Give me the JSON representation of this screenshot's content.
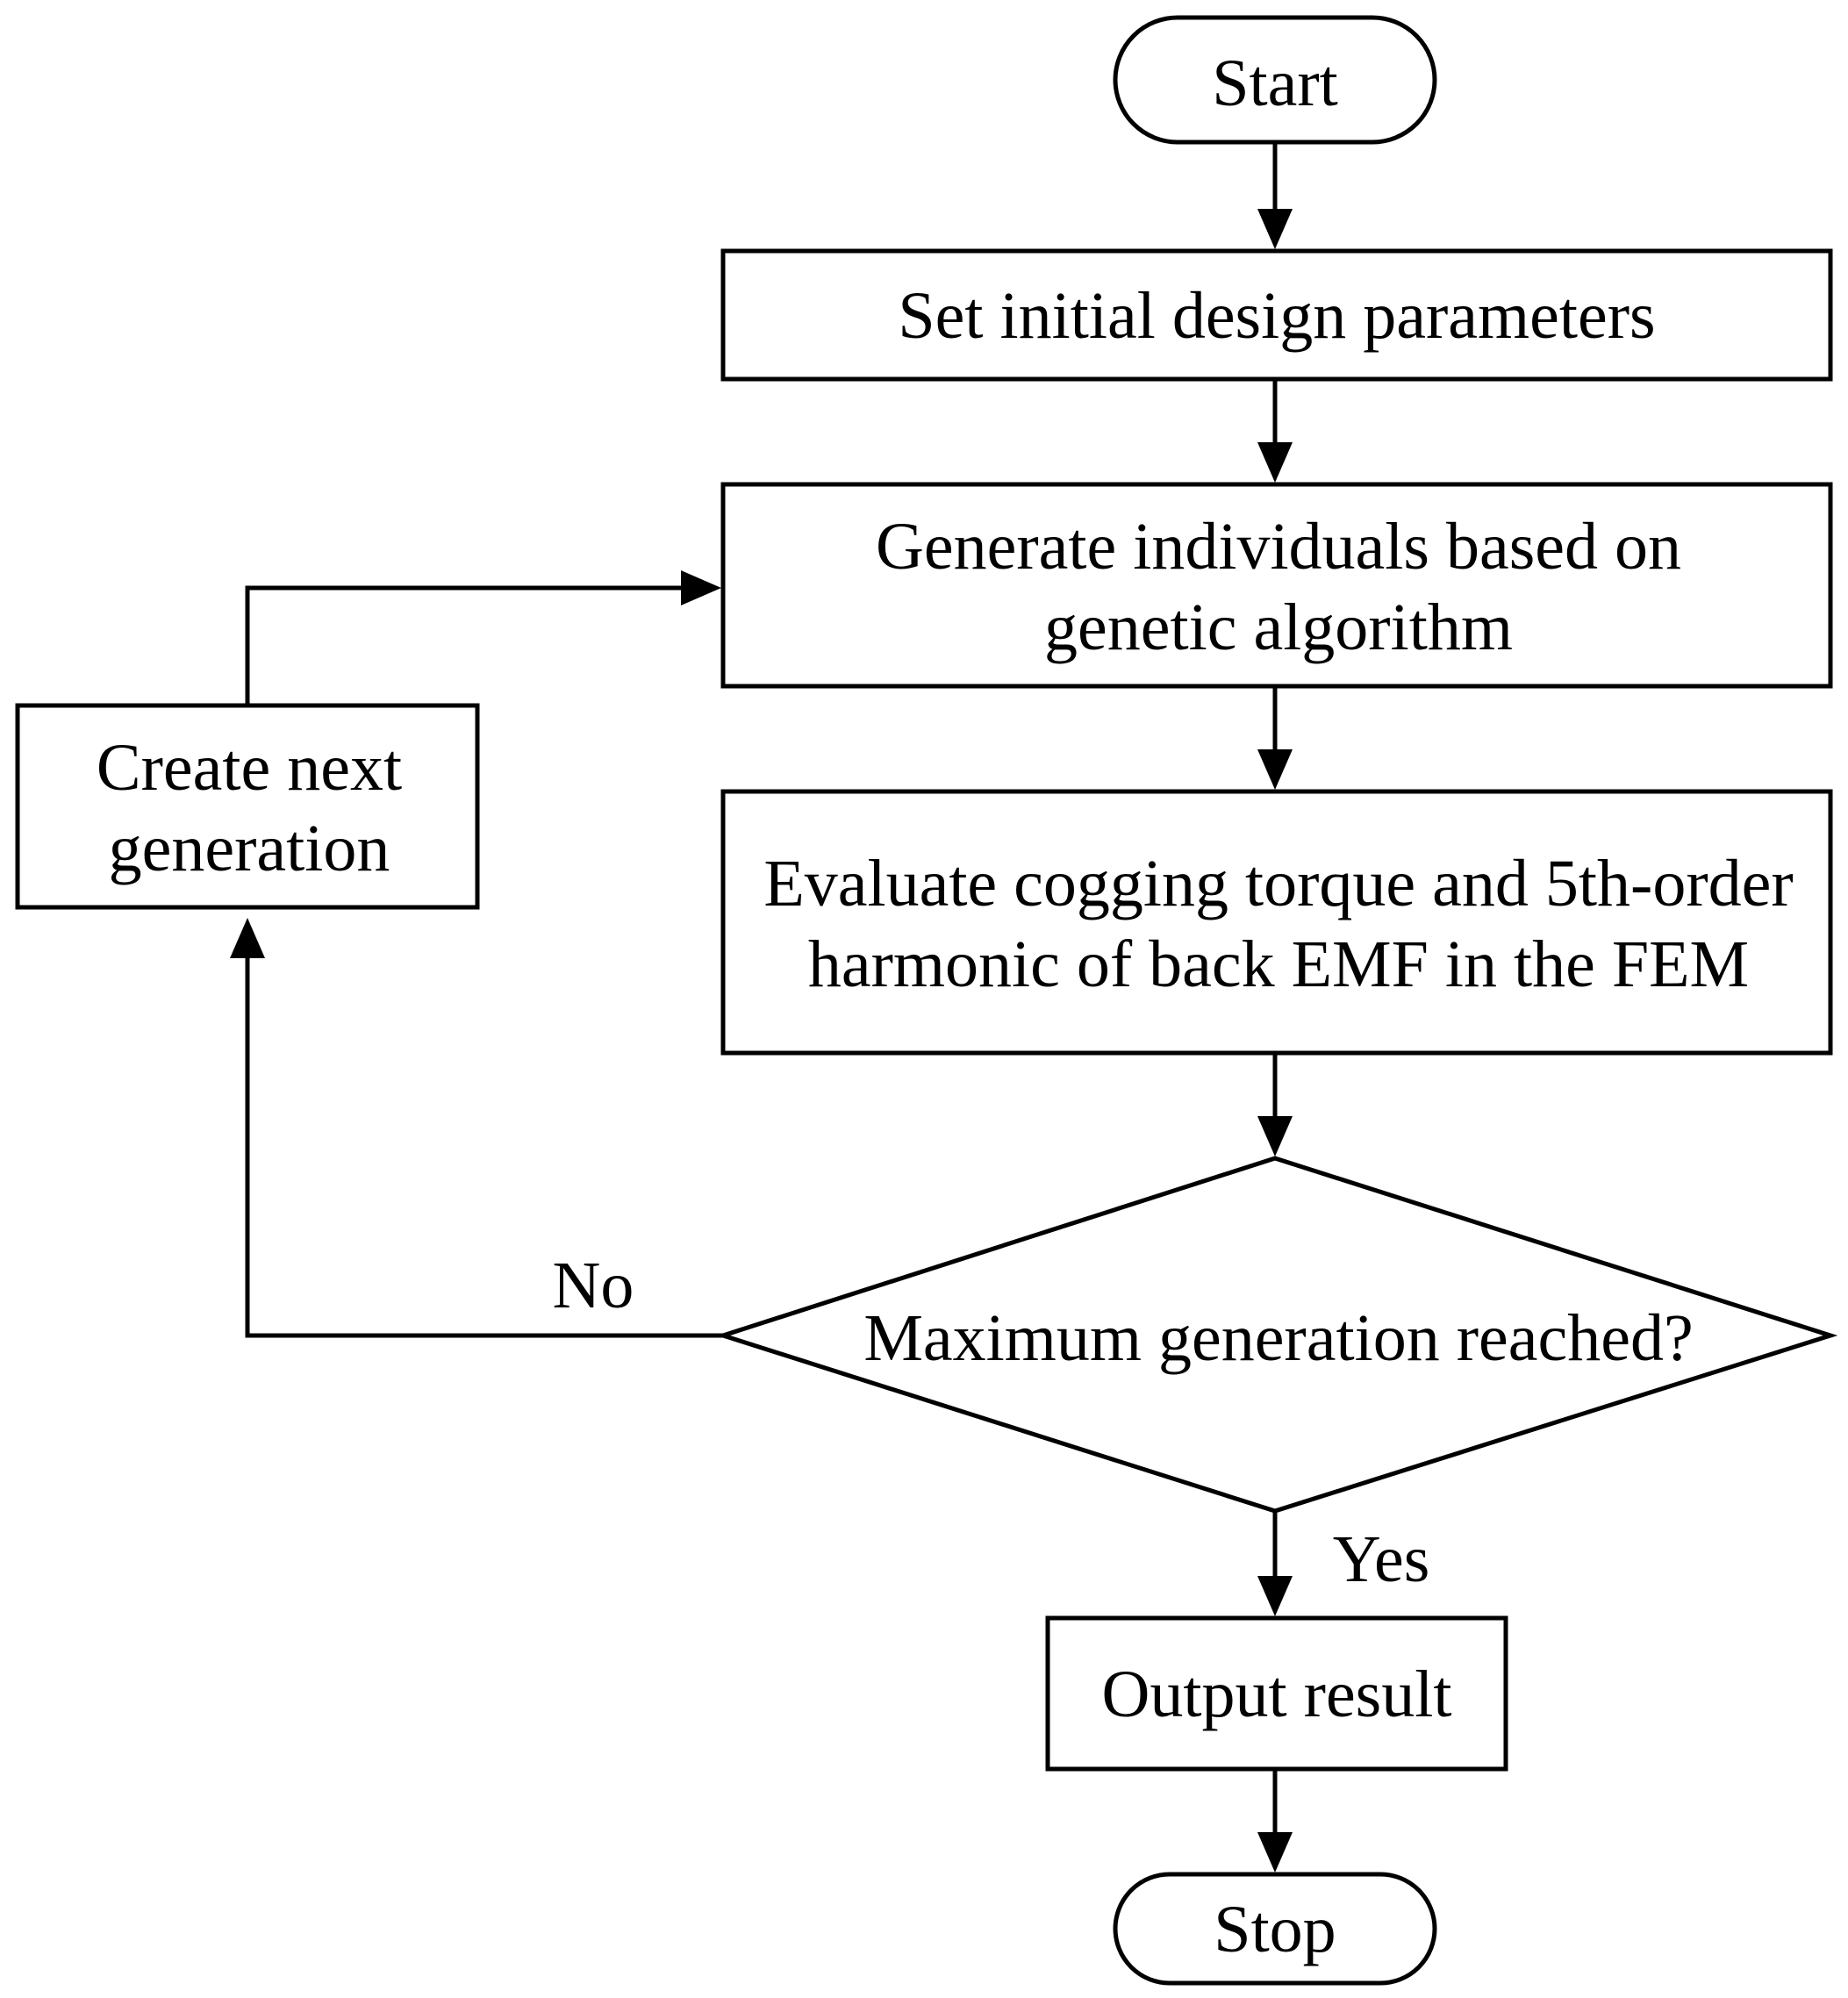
{
  "flowchart": {
    "nodes": {
      "start": {
        "label": "Start"
      },
      "set_params": {
        "label": "Set initial design parameters"
      },
      "generate": {
        "line1": "Generate individuals based on",
        "line2": "genetic algorithm"
      },
      "evaluate": {
        "line1": "Evaluate cogging torque and 5th-order",
        "line2": "harmonic of back EMF in the FEM"
      },
      "decision": {
        "label": "Maximum generation reached?"
      },
      "next_gen": {
        "line1": "Create next",
        "line2": "generation"
      },
      "output": {
        "label": "Output result"
      },
      "stop": {
        "label": "Stop"
      }
    },
    "edge_labels": {
      "no": "No",
      "yes": "Yes"
    }
  }
}
